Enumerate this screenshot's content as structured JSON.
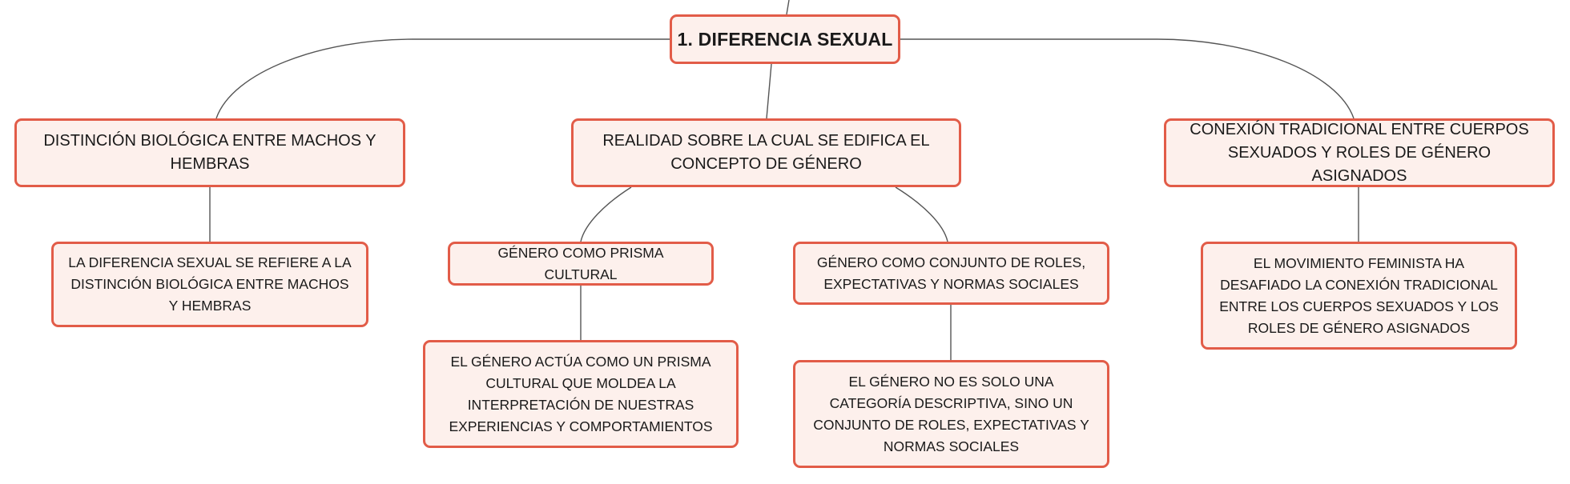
{
  "diagram": {
    "root": {
      "label": "1. DIFERENCIA SEXUAL"
    },
    "branches": [
      {
        "label": "DISTINCIÓN BIOLÓGICA ENTRE MACHOS Y HEMBRAS",
        "children": [
          {
            "label": "LA DIFERENCIA SEXUAL SE REFIERE A LA DISTINCIÓN BIOLÓGICA ENTRE MACHOS Y HEMBRAS"
          }
        ]
      },
      {
        "label": "REALIDAD SOBRE LA CUAL SE EDIFICA EL CONCEPTO DE GÉNERO",
        "children": [
          {
            "label": "GÉNERO COMO PRISMA CULTURAL",
            "children": [
              {
                "label": "EL GÉNERO ACTÚA COMO UN PRISMA CULTURAL QUE MOLDEA LA INTERPRETACIÓN DE NUESTRAS EXPERIENCIAS Y COMPORTAMIENTOS"
              }
            ]
          },
          {
            "label": "GÉNERO COMO CONJUNTO DE ROLES, EXPECTATIVAS Y NORMAS SOCIALES",
            "children": [
              {
                "label": "EL GÉNERO NO ES SOLO UNA CATEGORÍA DESCRIPTIVA, SINO UN CONJUNTO DE ROLES, EXPECTATIVAS Y NORMAS SOCIALES"
              }
            ]
          }
        ]
      },
      {
        "label": "CONEXIÓN TRADICIONAL ENTRE CUERPOS SEXUADOS Y ROLES DE GÉNERO ASIGNADOS",
        "children": [
          {
            "label": "EL MOVIMIENTO FEMINISTA HA DESAFIADO LA CONEXIÓN TRADICIONAL ENTRE LOS CUERPOS SEXUADOS Y LOS ROLES DE GÉNERO ASIGNADOS"
          }
        ]
      }
    ],
    "colors": {
      "node_border": "#e25c48",
      "node_fill": "#fdf0ec",
      "connector": "#555555"
    }
  }
}
